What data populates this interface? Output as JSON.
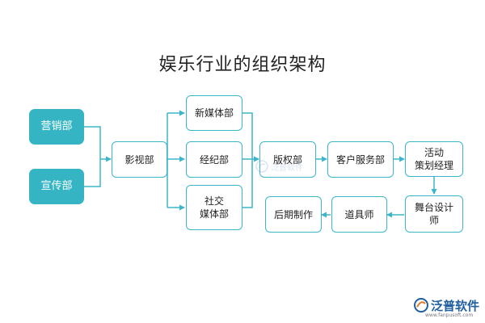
{
  "title": "娱乐行业的组织架构",
  "colors": {
    "accent": "#35b5c3",
    "line": "#3cb6c7",
    "logo": "#1f5fa0"
  },
  "nodes": {
    "marketing": "营销部",
    "publicity": "宣传部",
    "film": "影视部",
    "new_media": "新媒体部",
    "agency": "经纪部",
    "social_media": "社交\n媒体部",
    "copyright": "版权部",
    "customer_service": "客户服务部",
    "event_planning": "活动\n策划经理",
    "stage_designer": "舞台设计\n师",
    "props": "道具师",
    "post_production": "后期制作"
  },
  "watermark": {
    "text": "泛普软件",
    "icon": "fanpu-logo-icon"
  },
  "logo": {
    "name": "泛普软件",
    "url_text": "www.fanpusoft.com",
    "icon": "fanpu-logo-icon"
  }
}
